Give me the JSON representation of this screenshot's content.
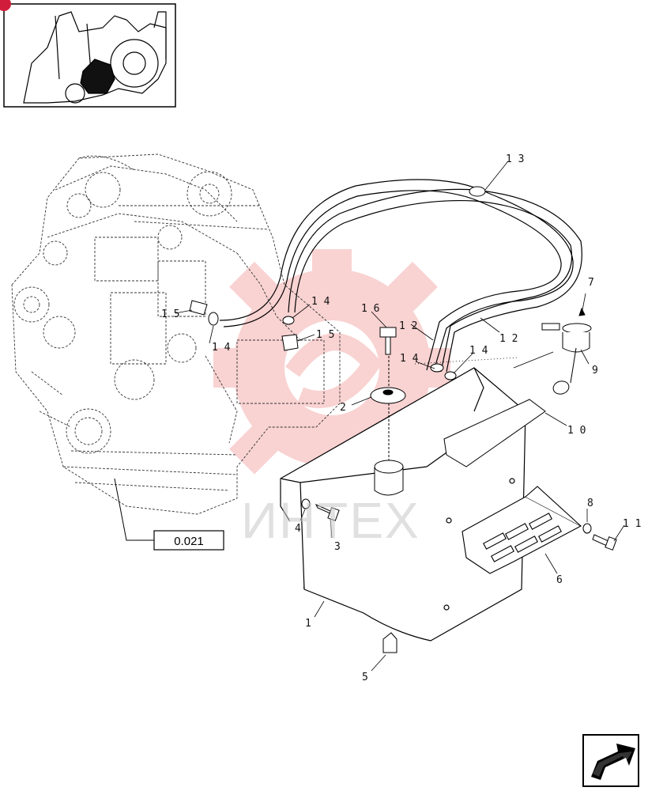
{
  "reference_box": {
    "label": "0.021"
  },
  "watermark": {
    "text": "ИНТЕХ",
    "color": "#f08080"
  },
  "callouts": [
    {
      "id": "1",
      "label": "1"
    },
    {
      "id": "2",
      "label": "2"
    },
    {
      "id": "3",
      "label": "3"
    },
    {
      "id": "4",
      "label": "4"
    },
    {
      "id": "5",
      "label": "5"
    },
    {
      "id": "6",
      "label": "6"
    },
    {
      "id": "7",
      "label": "7"
    },
    {
      "id": "8",
      "label": "8"
    },
    {
      "id": "9",
      "label": "9"
    },
    {
      "id": "10",
      "label": "1 0"
    },
    {
      "id": "11",
      "label": "1 1"
    },
    {
      "id": "12a",
      "label": "1 2"
    },
    {
      "id": "12b",
      "label": "1 2"
    },
    {
      "id": "13",
      "label": "1 3"
    },
    {
      "id": "14a",
      "label": "1 4"
    },
    {
      "id": "14b",
      "label": "1 4"
    },
    {
      "id": "14c",
      "label": "1 4"
    },
    {
      "id": "14d",
      "label": "1 4"
    },
    {
      "id": "15a",
      "label": "1 5"
    },
    {
      "id": "15b",
      "label": "1 5"
    },
    {
      "id": "16",
      "label": "1 6"
    }
  ],
  "icons": {
    "thumbnail": "tractor-location-icon",
    "nav": "next-page-arrow-icon"
  }
}
